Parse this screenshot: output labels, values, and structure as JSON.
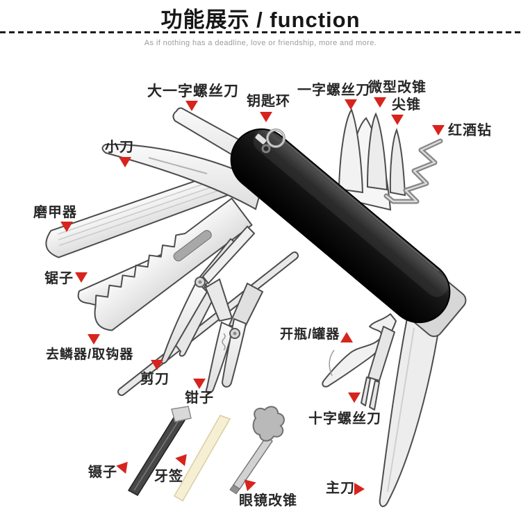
{
  "header": {
    "title": "功能展示 / function",
    "subtitle": "As if nothing has a deadline, love or friendship, more and more."
  },
  "colors": {
    "marker_red": "#d7241d",
    "handle_black": "#141414",
    "steel_outline": "#4c4c4c"
  },
  "labels": {
    "big_flathead": "大一字螺丝刀",
    "keyring": "钥匙环",
    "flathead": "一字螺丝刀",
    "micro_driver": "微型改锥",
    "awl": "尖锥",
    "corkscrew": "红酒钻",
    "small_knife": "小刀",
    "nail_file": "磨甲器",
    "saw": "锯子",
    "scaler_hook": "去鳞器/取钩器",
    "scissors": "剪刀",
    "pliers": "钳子",
    "opener": "开瓶/罐器",
    "phillips": "十字螺丝刀",
    "tweezers": "镊子",
    "toothpick": "牙签",
    "glasses_driver": "眼镜改锥",
    "main_blade": "主刀"
  }
}
